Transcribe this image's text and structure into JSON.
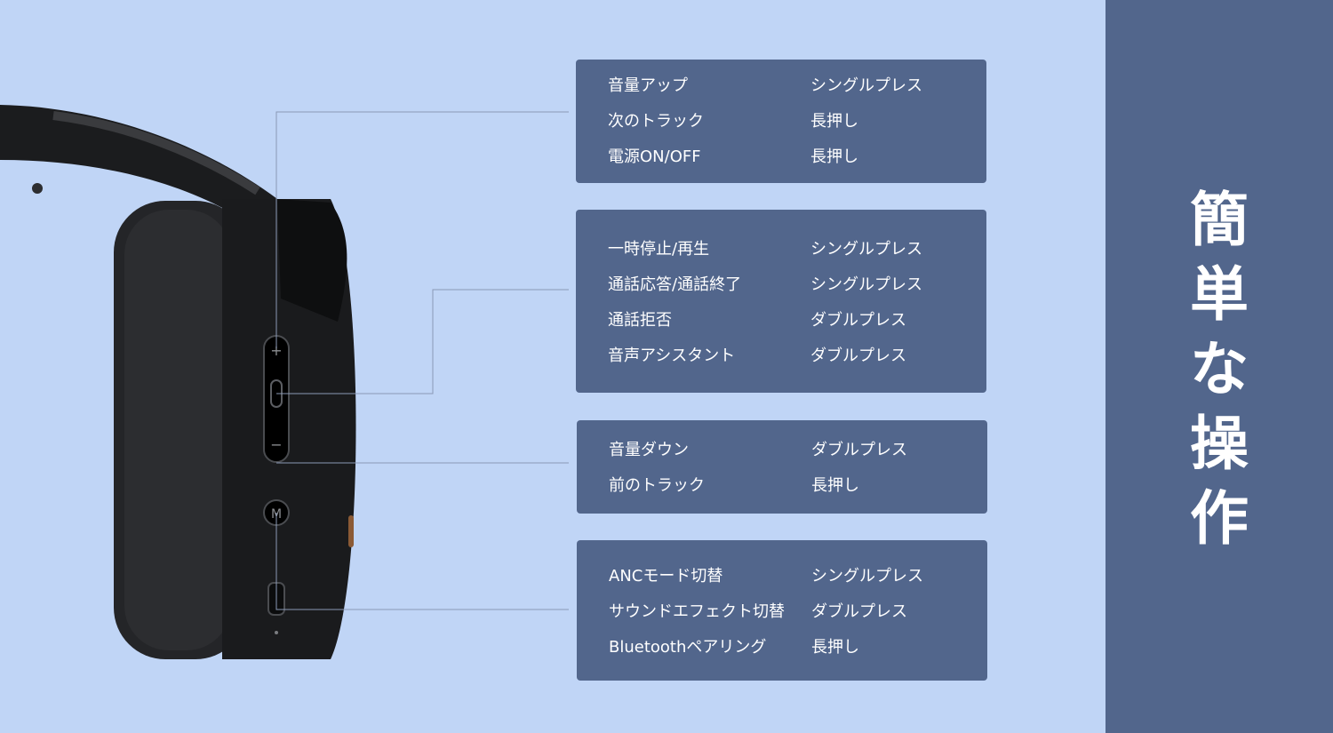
{
  "colors": {
    "background": "#c0d5f6",
    "panel": "#52668c",
    "text": "#ffffff"
  },
  "sidebar": {
    "title_chars": [
      "簡",
      "単",
      "な",
      "操",
      "作"
    ]
  },
  "headphone": {
    "button_labels": [
      "+",
      "−",
      "M"
    ]
  },
  "panels": [
    {
      "rows": [
        {
          "action": "音量アップ",
          "press": "シングルプレス"
        },
        {
          "action": "次のトラック",
          "press": "長押し"
        },
        {
          "action": "電源ON/OFF",
          "press": "長押し"
        }
      ]
    },
    {
      "rows": [
        {
          "action": "一時停止/再生",
          "press": "シングルプレス"
        },
        {
          "action": "通話応答/通話終了",
          "press": "シングルプレス"
        },
        {
          "action": "通話拒否",
          "press": "ダブルプレス"
        },
        {
          "action": "音声アシスタント",
          "press": "ダブルプレス"
        }
      ]
    },
    {
      "rows": [
        {
          "action": "音量ダウン",
          "press": "ダブルプレス"
        },
        {
          "action": "前のトラック",
          "press": "長押し"
        }
      ]
    },
    {
      "rows": [
        {
          "action": "ANCモード切替",
          "press": "シングルプレス"
        },
        {
          "action": "サウンドエフェクト切替",
          "press": "ダブルプレス"
        },
        {
          "action": "Bluetoothペアリング",
          "press": "長押し"
        }
      ]
    }
  ]
}
